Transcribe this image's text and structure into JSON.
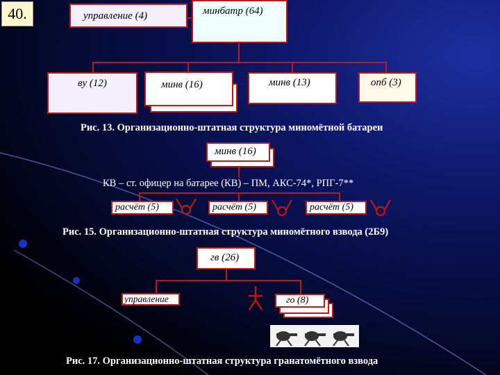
{
  "slide_number": "40.",
  "fig13": {
    "top": "минбатр (64)",
    "upr": "управление (4)",
    "vu": "ву (12)",
    "minv1": "минв (16)",
    "minv2": "минв (13)",
    "opb": "опб (3)",
    "caption": "Рис. 13. Организационно-штатная структура миномётной батареи"
  },
  "fig15": {
    "top": "минв (16)",
    "kv": "КВ – ст. офицер на батарее (КВ) – ПМ, АКС-74*, РПГ-7**",
    "crew1": "расчёт (5)",
    "crew2": "расчёт (5)",
    "crew3": "расчёт (5)",
    "caption": "Рис. 15. Организационно-штатная структура миномётного взвода (2Б9)"
  },
  "fig17": {
    "top": "гв (26)",
    "upr": "управление",
    "go": "го (8)",
    "caption": "Рис. 17. Организационно-штатная структура гранатомётного взвода"
  },
  "colors": {
    "line": "#c01818",
    "box_white": "#ffffff",
    "box_cyan": "#f0ffff",
    "box_lavender": "#f3effb",
    "box_cream": "#fffbe8"
  }
}
